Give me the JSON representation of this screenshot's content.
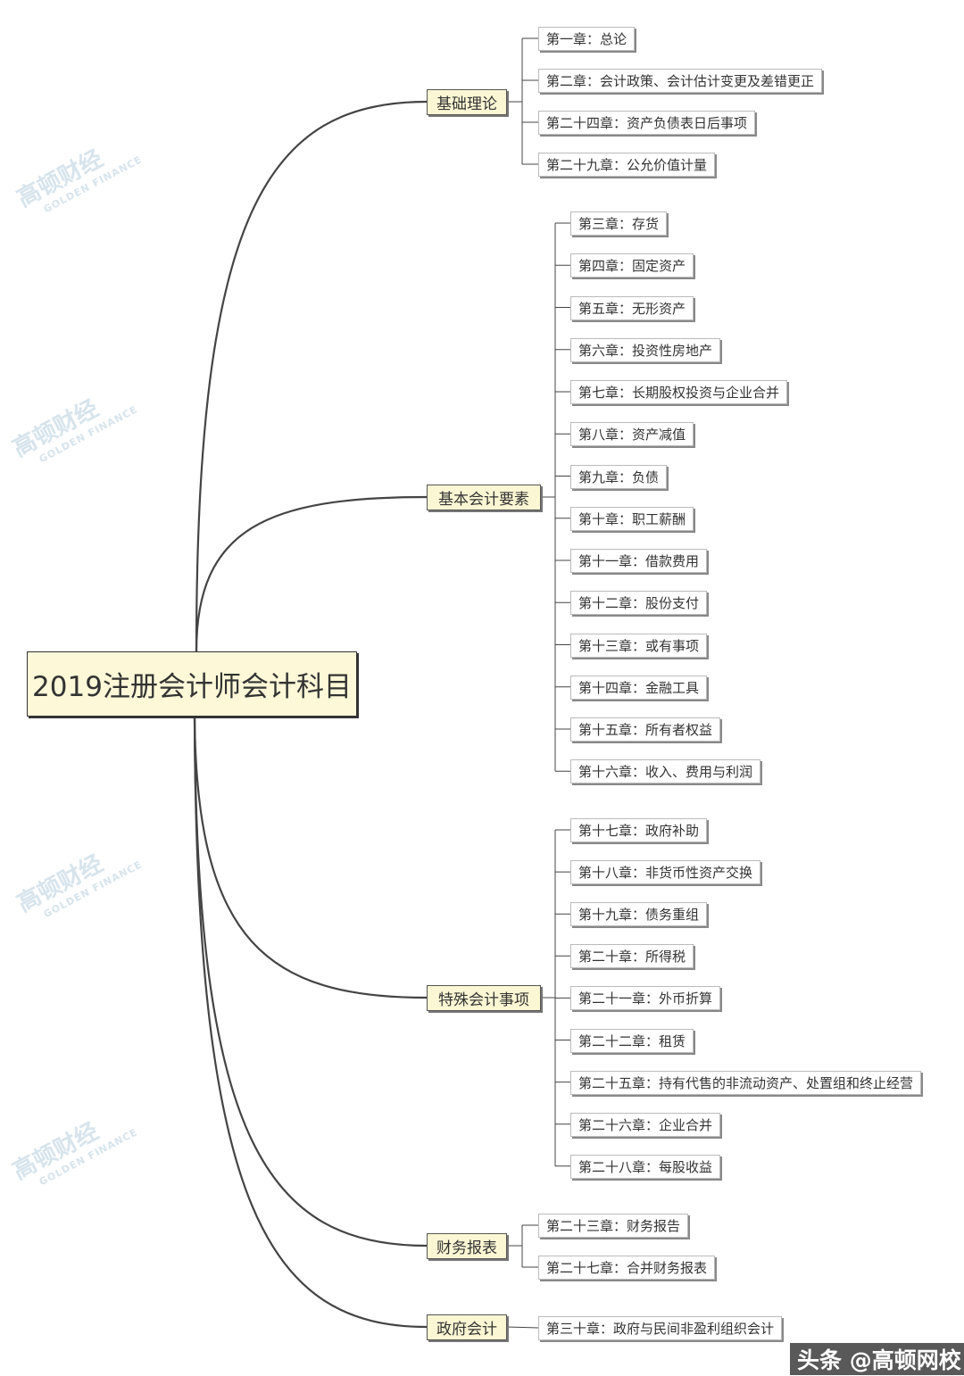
{
  "root": "2019注册会计师会计科目",
  "branches": [
    {
      "label": "基础理论",
      "items": [
        "第一章：总论",
        "第二章：会计政策、会计估计变更及差错更正",
        "第二十四章：资产负债表日后事项",
        "第二十九章：公允价值计量"
      ]
    },
    {
      "label": "基本会计要素",
      "items": [
        "第三章：存货",
        "第四章：固定资产",
        "第五章：无形资产",
        "第六章：投资性房地产",
        "第七章：长期股权投资与企业合并",
        "第八章：资产减值",
        "第九章：负债",
        "第十章：职工薪酬",
        "第十一章：借款费用",
        "第十二章：股份支付",
        "第十三章：或有事项",
        "第十四章：金融工具",
        "第十五章：所有者权益",
        "第十六章：收入、费用与利润"
      ]
    },
    {
      "label": "特殊会计事项",
      "items": [
        "第十七章：政府补助",
        "第十八章：非货币性资产交换",
        "第十九章：债务重组",
        "第二十章：所得税",
        "第二十一章：外币折算",
        "第二十二章：租赁",
        "第二十五章：持有代售的非流动资产、处置组和终止经营",
        "第二十六章：企业合并",
        "第二十八章：每股收益"
      ]
    },
    {
      "label": "财务报表",
      "items": [
        "第二十三章：财务报告",
        "第二十七章：合并财务报表"
      ]
    },
    {
      "label": "政府会计",
      "items": [
        "第三十章：政府与民间非盈利组织会计"
      ]
    }
  ],
  "watermark": {
    "cn": "高顿财经",
    "en": "GOLDEN FINANCE"
  },
  "badge": "头条 @高顿网校",
  "colors": {
    "root_fill": "#fdf8d8",
    "branch_fill": "#fbf7d4",
    "line": "#444444",
    "watermark": "#d7e4ec"
  }
}
